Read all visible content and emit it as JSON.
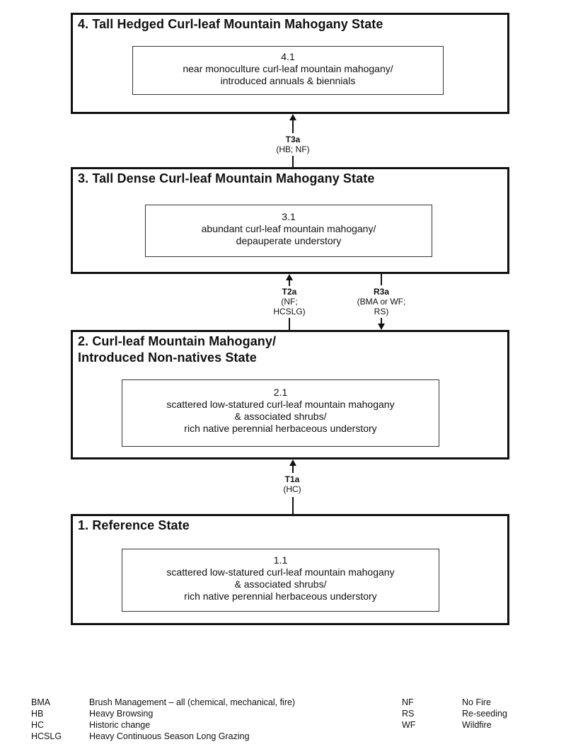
{
  "states": [
    {
      "id": "s4",
      "title": "4. Tall Hedged Curl-leaf Mountain Mahogany State",
      "phase": {
        "id": "4.1",
        "lines": [
          "near monoculture curl-leaf mountain mahogany/",
          "introduced annuals & biennials"
        ]
      }
    },
    {
      "id": "s3",
      "title": "3. Tall Dense Curl-leaf Mountain Mahogany State",
      "phase": {
        "id": "3.1",
        "lines": [
          "abundant curl-leaf mountain mahogany/",
          "depauperate understory"
        ]
      }
    },
    {
      "id": "s2",
      "title": "2. Curl-leaf Mountain Mahogany/\nIntroduced Non-natives State",
      "phase": {
        "id": "2.1",
        "lines": [
          "scattered low-statured curl-leaf mountain mahogany",
          "& associated shrubs/",
          "rich native perennial herbaceous understory"
        ]
      }
    },
    {
      "id": "s1",
      "title": "1. Reference State",
      "phase": {
        "id": "1.1",
        "lines": [
          "scattered low-statured curl-leaf mountain mahogany",
          "& associated shrubs/",
          "rich native perennial herbaceous understory"
        ]
      }
    }
  ],
  "transitions": [
    {
      "id": "T3a",
      "cause": "(HB; NF)"
    },
    {
      "id": "T2a",
      "cause_lines": [
        "(NF;",
        "HCSLG)"
      ]
    },
    {
      "id": "R3a",
      "cause_lines": [
        "(BMA or WF;",
        "RS)"
      ]
    },
    {
      "id": "T1a",
      "cause": "(HC)"
    }
  ],
  "legend": {
    "left": [
      {
        "abbr": "BMA",
        "desc": "Brush Management – all (chemical, mechanical, fire)"
      },
      {
        "abbr": "HB",
        "desc": "Heavy Browsing"
      },
      {
        "abbr": "HC",
        "desc": "Historic change"
      },
      {
        "abbr": "HCSLG",
        "desc": "Heavy Continuous Season Long Grazing"
      }
    ],
    "right": [
      {
        "abbr": "NF",
        "desc": "No Fire"
      },
      {
        "abbr": "RS",
        "desc": "Re-seeding"
      },
      {
        "abbr": "WF",
        "desc": "Wildfire"
      }
    ]
  }
}
